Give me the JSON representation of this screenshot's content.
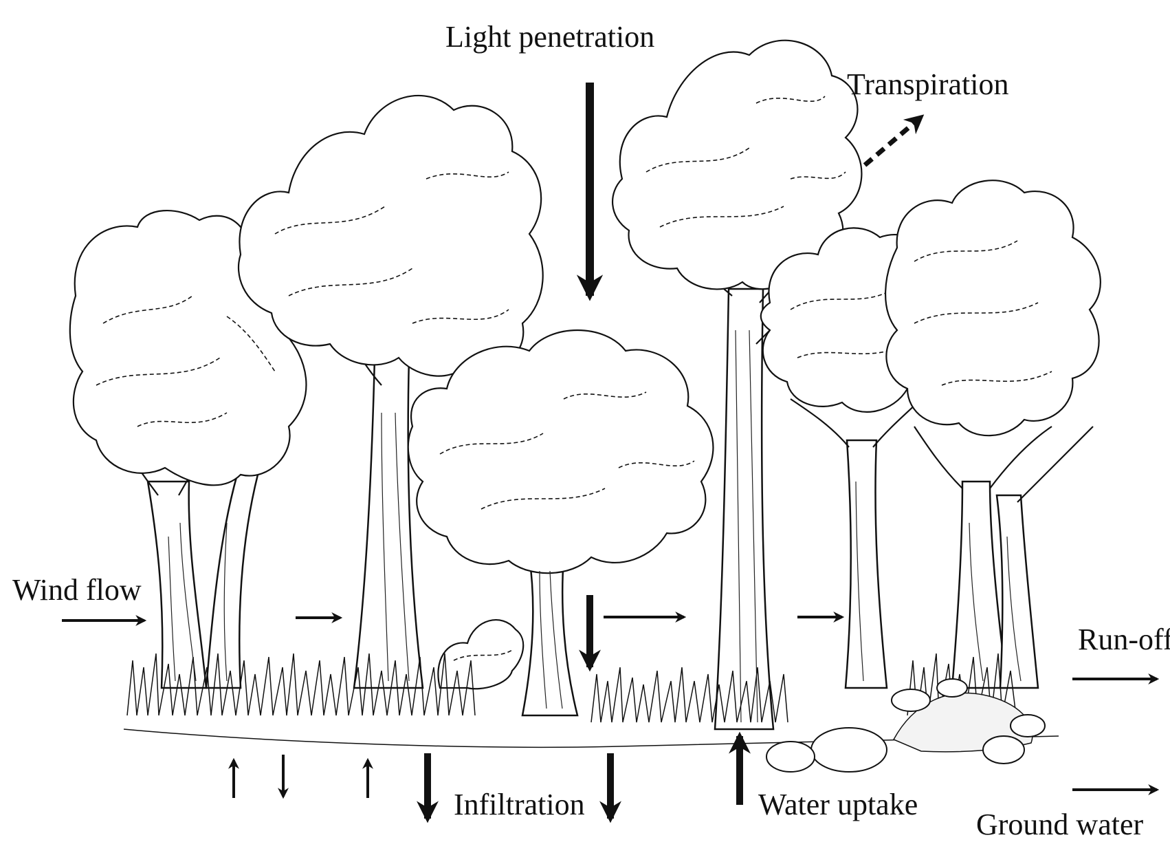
{
  "labels": {
    "light_penetration": "Light penetration",
    "transpiration": "Transpiration",
    "wind_flow": "Wind flow",
    "run_off": "Run-off",
    "infiltration": "Infiltration",
    "water_uptake": "Water uptake",
    "ground_water": "Ground water"
  },
  "colors": {
    "ink": "#111111",
    "background": "#ffffff"
  }
}
